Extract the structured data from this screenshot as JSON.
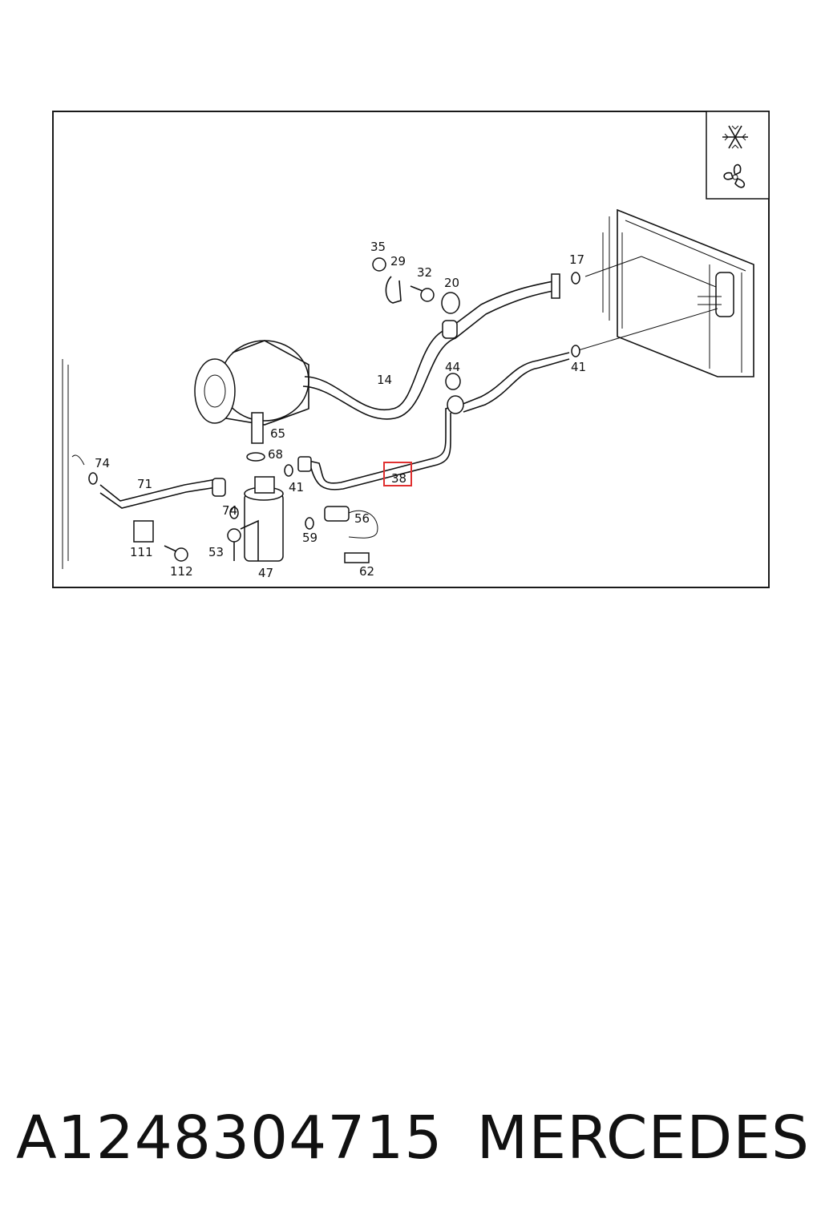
{
  "diagram": {
    "highlight_color": "#e03030",
    "icons": [
      "snowflake-icon",
      "fan-icon"
    ],
    "labels": {
      "p35": "35",
      "p29": "29",
      "p32": "32",
      "p20": "20",
      "p17": "17",
      "p14": "14",
      "p44": "44",
      "p41a": "41",
      "p65": "65",
      "p68": "68",
      "p74a": "74",
      "p71": "71",
      "p41b": "41",
      "p38": "38",
      "p74b": "74",
      "p56": "56",
      "p59": "59",
      "p111": "111",
      "p53": "53",
      "p112": "112",
      "p47": "47",
      "p62": "62"
    }
  },
  "caption": {
    "part_number": "A1248304715",
    "brand": "MERCEDES"
  }
}
